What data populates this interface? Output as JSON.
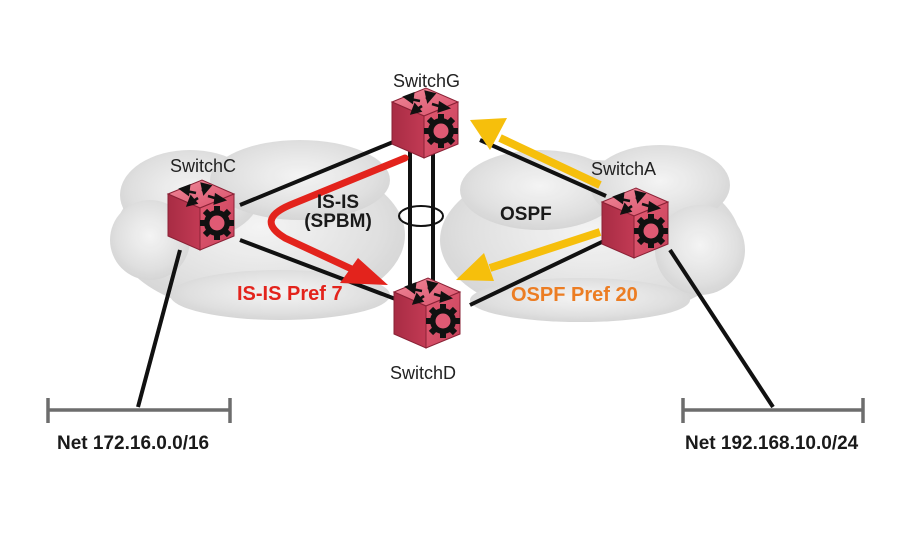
{
  "diagram": {
    "switches": [
      {
        "id": "switchG",
        "name": "SwitchG"
      },
      {
        "id": "switchC",
        "name": "SwitchC"
      },
      {
        "id": "switchA",
        "name": "SwitchA"
      },
      {
        "id": "switchD",
        "name": "SwitchD"
      }
    ],
    "clouds": {
      "left": {
        "protocol_line1": "IS-IS",
        "protocol_line2": "(SPBM)"
      },
      "right": {
        "protocol": "OSPF"
      }
    },
    "routes": {
      "isis": {
        "label": "IS-IS Pref 7",
        "color": "#e3231c"
      },
      "ospf": {
        "label": "OSPF Pref 20",
        "color": "#ec7d23",
        "arrow_color": "#f6bf0c"
      }
    },
    "networks": {
      "left": {
        "label": "Net 172.16.0.0/16"
      },
      "right": {
        "label": "Net 192.168.10.0/24"
      }
    },
    "colors": {
      "switch_body": "#d8475f",
      "cloud": "#dcdcdc",
      "link": "#111111",
      "lan_bar": "#6d6d6d"
    }
  }
}
